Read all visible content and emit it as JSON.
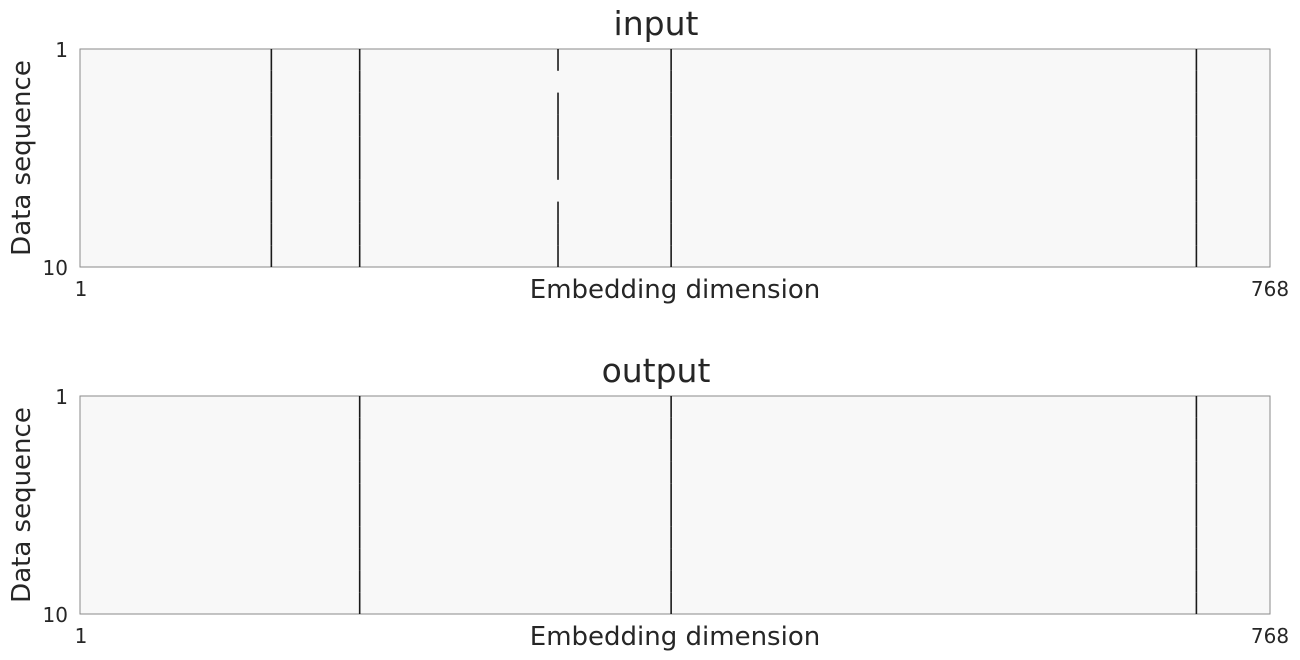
{
  "chart_data": [
    {
      "type": "heatmap",
      "title": "input",
      "xlabel": "Embedding dimension",
      "ylabel": "Data sequence",
      "x_ticks": [
        "1",
        "768"
      ],
      "y_ticks": [
        "1",
        "10"
      ],
      "xlim": [
        1,
        768
      ],
      "ylim": [
        1,
        10
      ],
      "rows": 10,
      "background_color": "#f8f8f8",
      "mark_color": "#1a1a1a",
      "grid": false,
      "active_columns": [
        {
          "x": 124,
          "rows": [
            1,
            2,
            3,
            4,
            5,
            6,
            7,
            8,
            9,
            10
          ]
        },
        {
          "x": 181,
          "rows": [
            1,
            2,
            3,
            4,
            5,
            6,
            7,
            8,
            9,
            10
          ]
        },
        {
          "x": 309,
          "rows": [
            1,
            3,
            4,
            5,
            6,
            8,
            9,
            10
          ]
        },
        {
          "x": 382,
          "rows": [
            1,
            2,
            3,
            4,
            5,
            6,
            7,
            8,
            9,
            10
          ]
        },
        {
          "x": 721,
          "rows": [
            1,
            2,
            3,
            4,
            5,
            6,
            7,
            8,
            9,
            10
          ]
        }
      ]
    },
    {
      "type": "heatmap",
      "title": "output",
      "xlabel": "Embedding dimension",
      "ylabel": "Data sequence",
      "x_ticks": [
        "1",
        "768"
      ],
      "y_ticks": [
        "1",
        "10"
      ],
      "xlim": [
        1,
        768
      ],
      "ylim": [
        1,
        10
      ],
      "rows": 10,
      "background_color": "#f8f8f8",
      "mark_color": "#1a1a1a",
      "grid": false,
      "active_columns": [
        {
          "x": 181,
          "rows": [
            1,
            2,
            3,
            4,
            5,
            6,
            7,
            8,
            9,
            10
          ]
        },
        {
          "x": 382,
          "rows": [
            1,
            2,
            3,
            4,
            5,
            6,
            7,
            8,
            9,
            10
          ]
        },
        {
          "x": 721,
          "rows": [
            1,
            2,
            3,
            4,
            5,
            6,
            7,
            8,
            9,
            10
          ]
        }
      ]
    }
  ]
}
